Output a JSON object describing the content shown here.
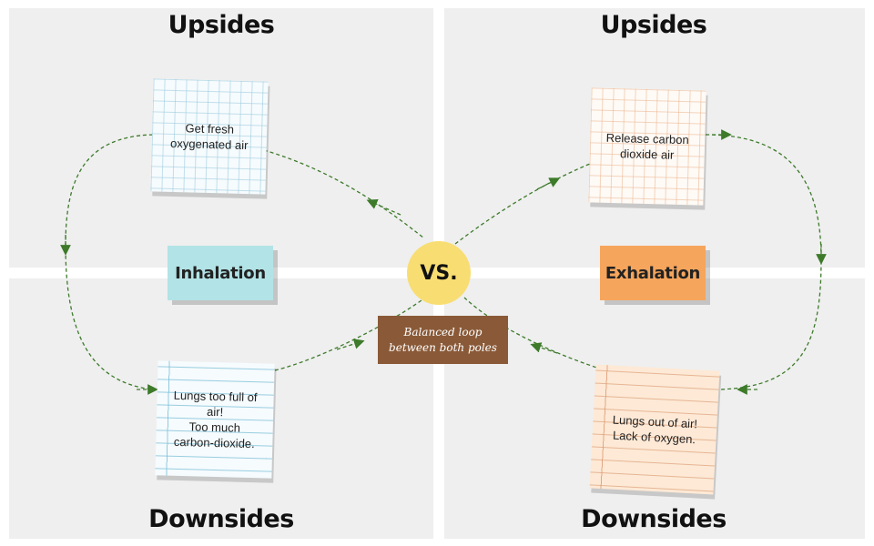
{
  "headings": {
    "upsides_left": "Upsides",
    "upsides_right": "Upsides",
    "downsides_left": "Downsides",
    "downsides_right": "Downsides"
  },
  "poles": {
    "left": "Inhalation",
    "right": "Exhalation"
  },
  "center": {
    "vs": "VS.",
    "loop_label": "Balanced loop\nbetween both poles"
  },
  "notes": {
    "upside_left": "Get fresh\noxygenated air",
    "upside_right": "Release carbon\ndioxide air",
    "downside_left": "Lungs too full of\nair!\nToo much\ncarbon-dioxide.",
    "downside_right": "Lungs out of air!\nLack of oxygen."
  },
  "colors": {
    "quadrant_bg": "#efefef",
    "pole_left": "#b2e3e6",
    "pole_right": "#f6a55c",
    "vs_circle": "#f8dd72",
    "loop_box": "#8a5a38",
    "arrow": "#3d7a2a"
  }
}
